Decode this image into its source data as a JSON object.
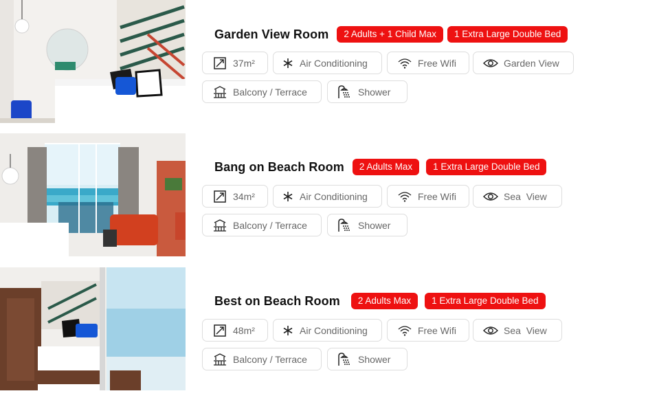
{
  "rooms": [
    {
      "name": "Garden View Room",
      "badges": [
        "2 Adults + 1 Child Max",
        "1 Extra Large Double Bed"
      ],
      "amenities": {
        "size": "37m²",
        "ac": "Air Conditioning",
        "wifi": "Free Wifi",
        "view": "Garden View",
        "balcony": "Balcony / Terrace",
        "shower": "Shower"
      }
    },
    {
      "name": "Bang on Beach Room",
      "badges": [
        "2 Adults Max",
        "1 Extra Large Double Bed"
      ],
      "amenities": {
        "size": "34m²",
        "ac": "Air Conditioning",
        "wifi": "Free Wifi",
        "view": "Sea  View",
        "balcony": "Balcony / Terrace",
        "shower": "Shower"
      }
    },
    {
      "name": "Best on Beach Room",
      "badges": [
        "2 Adults Max",
        "1 Extra Large Double Bed"
      ],
      "amenities": {
        "size": "48m²",
        "ac": "Air Conditioning",
        "wifi": "Free Wifi",
        "view": "Sea  View",
        "balcony": "Balcony / Terrace",
        "shower": "Shower"
      }
    }
  ],
  "colors": {
    "badge": "#ee1111",
    "chip_border": "#dddddd",
    "chip_text": "#666666"
  },
  "icons": [
    "resize-icon",
    "snowflake-icon",
    "wifi-icon",
    "eye-icon",
    "balcony-icon",
    "shower-icon"
  ]
}
